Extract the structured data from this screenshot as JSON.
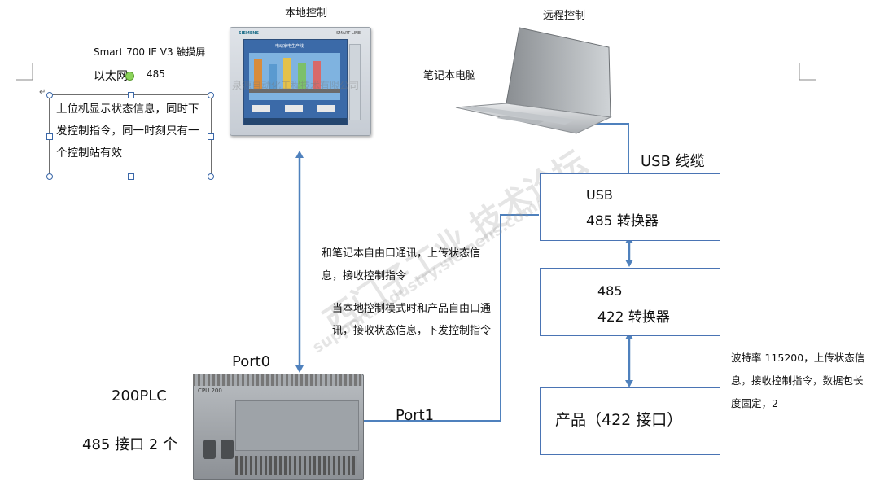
{
  "labels": {
    "local_control": "本地控制",
    "remote_control": "远程控制",
    "smart700": "Smart 700 IE V3  触摸屏",
    "ethernet": "以太网",
    "rs485_top": "485",
    "laptop": "笔记本电脑",
    "usb_cable": "USB 线缆",
    "port0": "Port0",
    "port1": "Port1",
    "plc": "200PLC",
    "rs485_ports": "485 接口 2 个"
  },
  "hmi_note": "上位机显示状态信息，同时下发控制指令，同一时刻只有一个控制站有效",
  "mid_note_1": "和笔记本自由口通讯，上传状态信息，接收控制指令",
  "mid_note_2": "当本地控制模式时和产品自由口通讯，接收状态信息，下发控制指令",
  "right_note": "波特率 115200，上传状态信息，接收控制指令，数据包长度固定，2",
  "boxes": {
    "usb485_line1": "USB",
    "usb485_line2": "485 转换器",
    "c485_line1": "485",
    "c485_line2": "422 转换器",
    "product": "产品（422 接口）"
  },
  "device_text": {
    "hmi_brand": "SIEMENS",
    "hmi_model": "SMART LINE",
    "hmi_screen_title": "电动家电生产线",
    "plc_model": "CPU 200"
  },
  "watermark": {
    "line1": "西门子工业  技术论坛",
    "line2": "support.industry.siemens.com/cs",
    "line3": "泉源自动化工程技术有限公司"
  },
  "colors": {
    "arrow": "#4f81bd",
    "box_border": "#4a74b4"
  }
}
